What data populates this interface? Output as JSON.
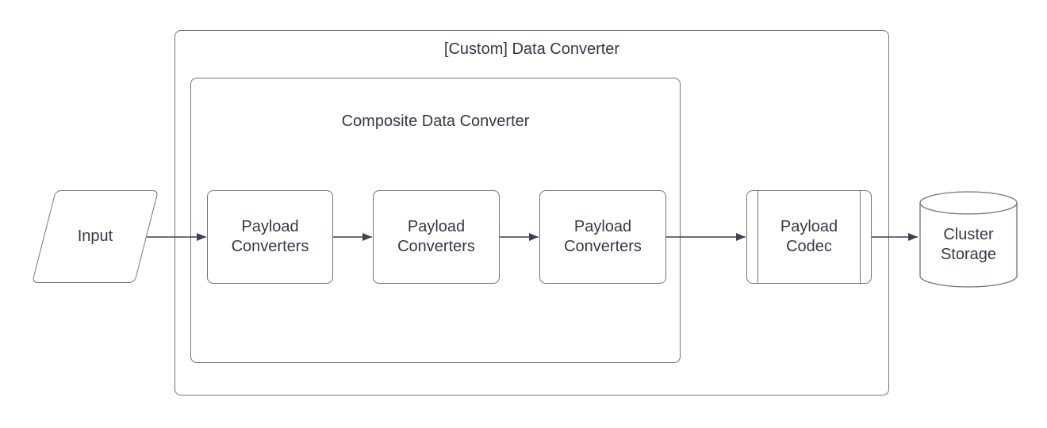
{
  "diagram": {
    "colors": {
      "background": "#ffffff",
      "shape_fill": "#ffffff",
      "shape_stroke": "#6e7480",
      "text": "#333a46",
      "arrow": "#3a4150"
    },
    "outer_container": {
      "title": "[Custom] Data Converter"
    },
    "inner_container": {
      "title": "Composite Data Converter"
    },
    "nodes": [
      {
        "id": "input",
        "shape": "parallelogram",
        "label": "Input"
      },
      {
        "id": "payload-converters-1",
        "shape": "rounded-rectangle",
        "label": "Payload Converters"
      },
      {
        "id": "payload-converters-2",
        "shape": "rounded-rectangle",
        "label": "Payload Converters"
      },
      {
        "id": "payload-converters-3",
        "shape": "rounded-rectangle",
        "label": "Payload Converters"
      },
      {
        "id": "payload-codec",
        "shape": "predefined-process",
        "label": "Payload Codec"
      },
      {
        "id": "cluster-storage",
        "shape": "cylinder",
        "label": "Cluster Storage"
      }
    ],
    "edges": [
      {
        "from": "input",
        "to": "payload-converters-1"
      },
      {
        "from": "payload-converters-1",
        "to": "payload-converters-2"
      },
      {
        "from": "payload-converters-2",
        "to": "payload-converters-3"
      },
      {
        "from": "payload-converters-3",
        "to": "payload-codec"
      },
      {
        "from": "payload-codec",
        "to": "cluster-storage"
      }
    ]
  }
}
